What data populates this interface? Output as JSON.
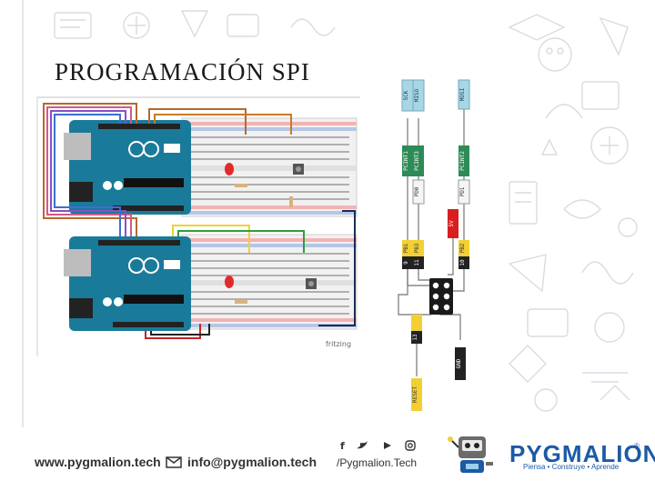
{
  "slide": {
    "title": "PROGRAMACIÓN SPI",
    "circuit_credit": "fritzing"
  },
  "pinout": {
    "labels": [
      "SCK",
      "MISO",
      "MOSI",
      "PCINT1",
      "PCINT3",
      "PCINT2",
      "PD0",
      "PD1",
      "5V",
      "PB1",
      "PB3",
      "PB2",
      "9",
      "11",
      "10",
      "13",
      "GND",
      "RESET"
    ]
  },
  "footer": {
    "website": "www.pygmalion.tech",
    "email": "info@pygmalion.tech",
    "social_handle": "/Pygmalion.Tech",
    "brand_name": "PYGMALION",
    "brand_reg": "®",
    "tagline": "Piensa • Construye • Aprende"
  },
  "colors": {
    "brand_blue": "#1d5aa5",
    "arduino_teal": "#1a7a9a",
    "pin_blue": "#a9d6e5",
    "pin_green": "#2e8b57",
    "pin_yellow": "#f2d033",
    "pin_red": "#d81e1e",
    "pin_black": "#222222",
    "pin_white": "#f5f5f5"
  },
  "icons": [
    "mail-icon",
    "facebook-icon",
    "twitter-icon",
    "youtube-icon",
    "instagram-icon",
    "robot-mascot-icon",
    "led-icon",
    "push-button-icon",
    "resistor-icon"
  ]
}
